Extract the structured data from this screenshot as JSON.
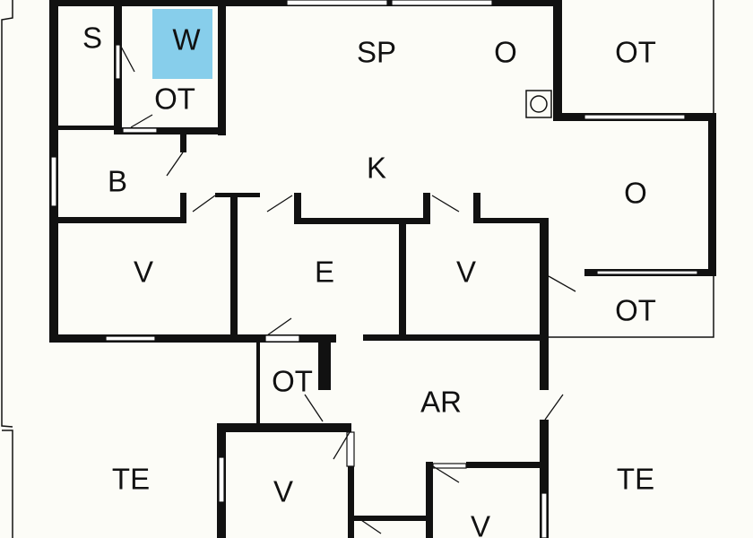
{
  "colors": {
    "background": "#fcfcf7",
    "wall": "#111111",
    "highlight": "#87ceeb"
  },
  "rooms": [
    {
      "id": "s",
      "label": "S"
    },
    {
      "id": "w",
      "label": "W"
    },
    {
      "id": "ot-bath",
      "label": "OT"
    },
    {
      "id": "sp",
      "label": "SP"
    },
    {
      "id": "o-top",
      "label": "O"
    },
    {
      "id": "ot-top-right",
      "label": "OT"
    },
    {
      "id": "b",
      "label": "B"
    },
    {
      "id": "k",
      "label": "K"
    },
    {
      "id": "o-right",
      "label": "O"
    },
    {
      "id": "v-left",
      "label": "V"
    },
    {
      "id": "e",
      "label": "E"
    },
    {
      "id": "v-center",
      "label": "V"
    },
    {
      "id": "ot-right",
      "label": "OT"
    },
    {
      "id": "ot-small",
      "label": "OT"
    },
    {
      "id": "ar",
      "label": "AR"
    },
    {
      "id": "te-left",
      "label": "TE"
    },
    {
      "id": "te-right",
      "label": "TE"
    },
    {
      "id": "v-bottom",
      "label": "V"
    },
    {
      "id": "v-bottom-right",
      "label": "V"
    }
  ],
  "fixtures": [
    {
      "id": "stove",
      "icon": "stove-icon"
    }
  ]
}
